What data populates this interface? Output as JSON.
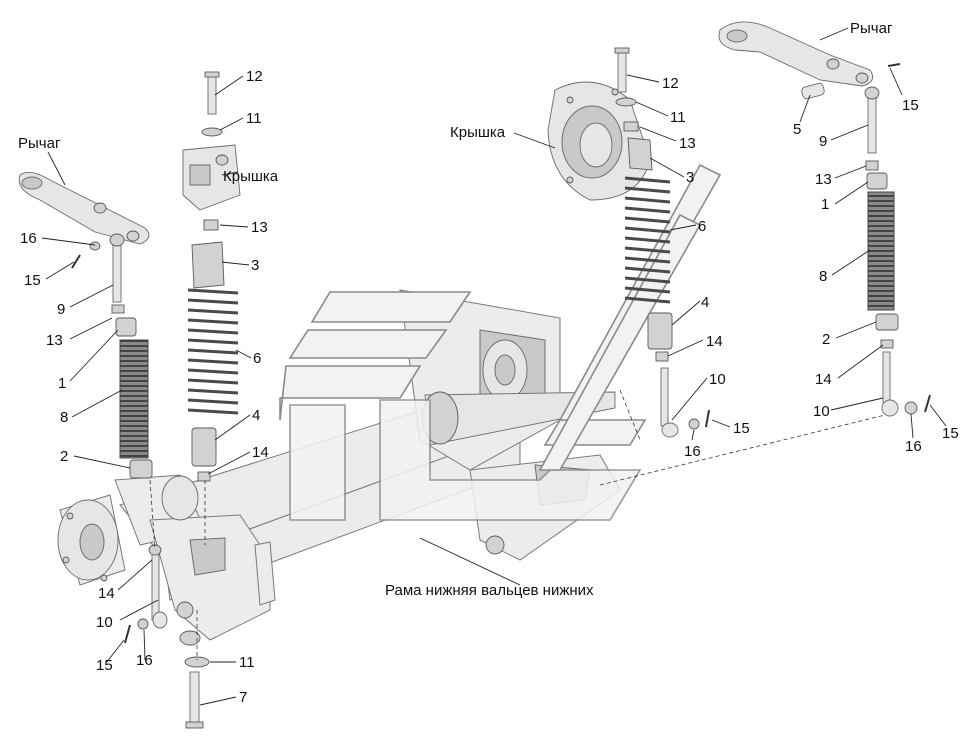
{
  "labels": {
    "lever": "Рычаг",
    "cover": "Крышка",
    "frame": "Рама нижняя вальцев нижних",
    "n1": "1",
    "n2": "2",
    "n3": "3",
    "n4": "4",
    "n5": "5",
    "n6": "6",
    "n7": "7",
    "n8": "8",
    "n9": "9",
    "n10": "10",
    "n11": "11",
    "n12": "12",
    "n13": "13",
    "n14": "14",
    "n15": "15",
    "n16": "16"
  }
}
